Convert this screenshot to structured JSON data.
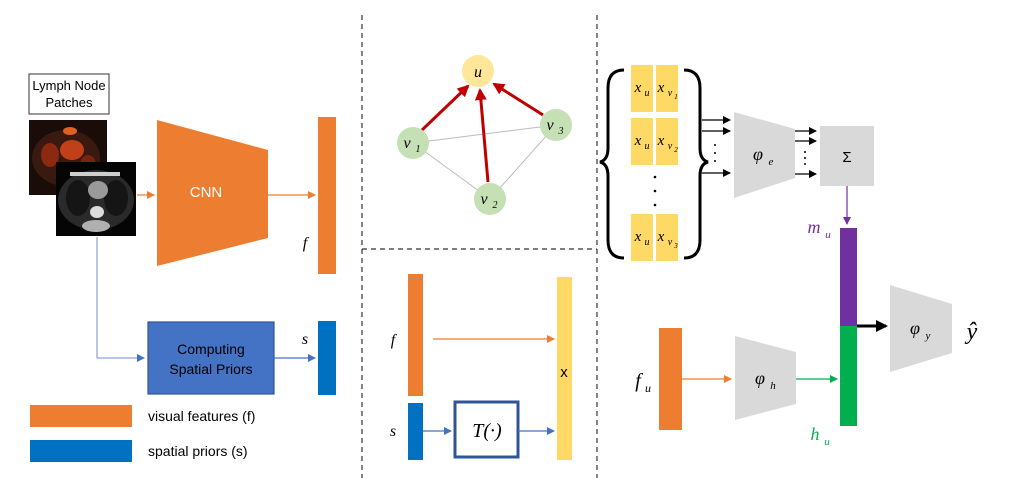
{
  "left_panel": {
    "patch_label_line1": "Lymph Node",
    "patch_label_line2": "Patches",
    "cnn_label": "CNN",
    "f_label": "f",
    "s_label": "s",
    "spatial_box_line1": "Computing",
    "spatial_box_line2": "Spatial Priors",
    "legend": [
      {
        "label": "visual features (f)",
        "color": "#ED7D31"
      },
      {
        "label": "spatial priors (s)",
        "color": "#0070C0"
      }
    ]
  },
  "graph_panel": {
    "node_u": "u",
    "node_v1": "v",
    "node_v1_sub": "1",
    "node_v2": "v",
    "node_v2_sub": "2",
    "node_v3": "v",
    "node_v3_sub": "3"
  },
  "fusion_panel": {
    "f_label": "f",
    "s_label": "s",
    "transform_label": "T(·)",
    "multiply_label": "x"
  },
  "right_panel": {
    "pairs": [
      {
        "a": "x",
        "a_sub": "u",
        "b": "x",
        "b_sub": "v",
        "b_subsub": "1"
      },
      {
        "a": "x",
        "a_sub": "u",
        "b": "x",
        "b_sub": "v",
        "b_subsub": "2"
      },
      {
        "a": "x",
        "a_sub": "u",
        "b": "x",
        "b_sub": "v",
        "b_subsub": "3"
      }
    ],
    "phi_e": "φ",
    "phi_e_sub": "e",
    "sigma": "Σ",
    "m_u": "m",
    "m_u_sub": "u",
    "h_u": "h",
    "h_u_sub": "u",
    "f_u": "f",
    "f_u_sub": "u",
    "phi_h": "φ",
    "phi_h_sub": "h",
    "phi_y": "φ",
    "phi_y_sub": "y",
    "y_hat": "ŷ"
  },
  "colors": {
    "orange": "#ED7D31",
    "blue": "#0070C0",
    "navy": "#2F5597",
    "yellow": "#FFD966",
    "red": "#C00000",
    "node_green": "#C5E0B4",
    "purple": "#7030A0",
    "green": "#00B050",
    "gray_block": "#D9D9D9"
  }
}
